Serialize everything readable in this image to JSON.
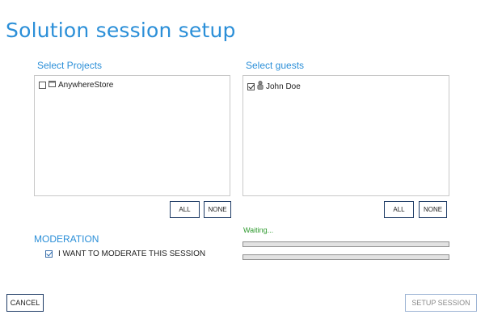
{
  "page": {
    "title": "Solution session setup"
  },
  "projects": {
    "label": "Select Projects",
    "items": [
      {
        "name": "AnywhereStore",
        "checked": false,
        "icon": "window-icon"
      }
    ],
    "all_label": "ALL",
    "none_label": "NONE"
  },
  "guests": {
    "label": "Select guests",
    "items": [
      {
        "name": "John Doe",
        "checked": true,
        "icon": "user-icon"
      }
    ],
    "all_label": "ALL",
    "none_label": "NONE"
  },
  "moderation": {
    "heading": "MODERATION",
    "option_label": "I WANT TO MODERATE THIS SESSION",
    "checked": true
  },
  "status": {
    "text": "Waiting...",
    "progress": [
      0,
      0
    ]
  },
  "footer": {
    "cancel_label": "CANCEL",
    "setup_label": "SETUP SESSION",
    "setup_enabled": false
  }
}
